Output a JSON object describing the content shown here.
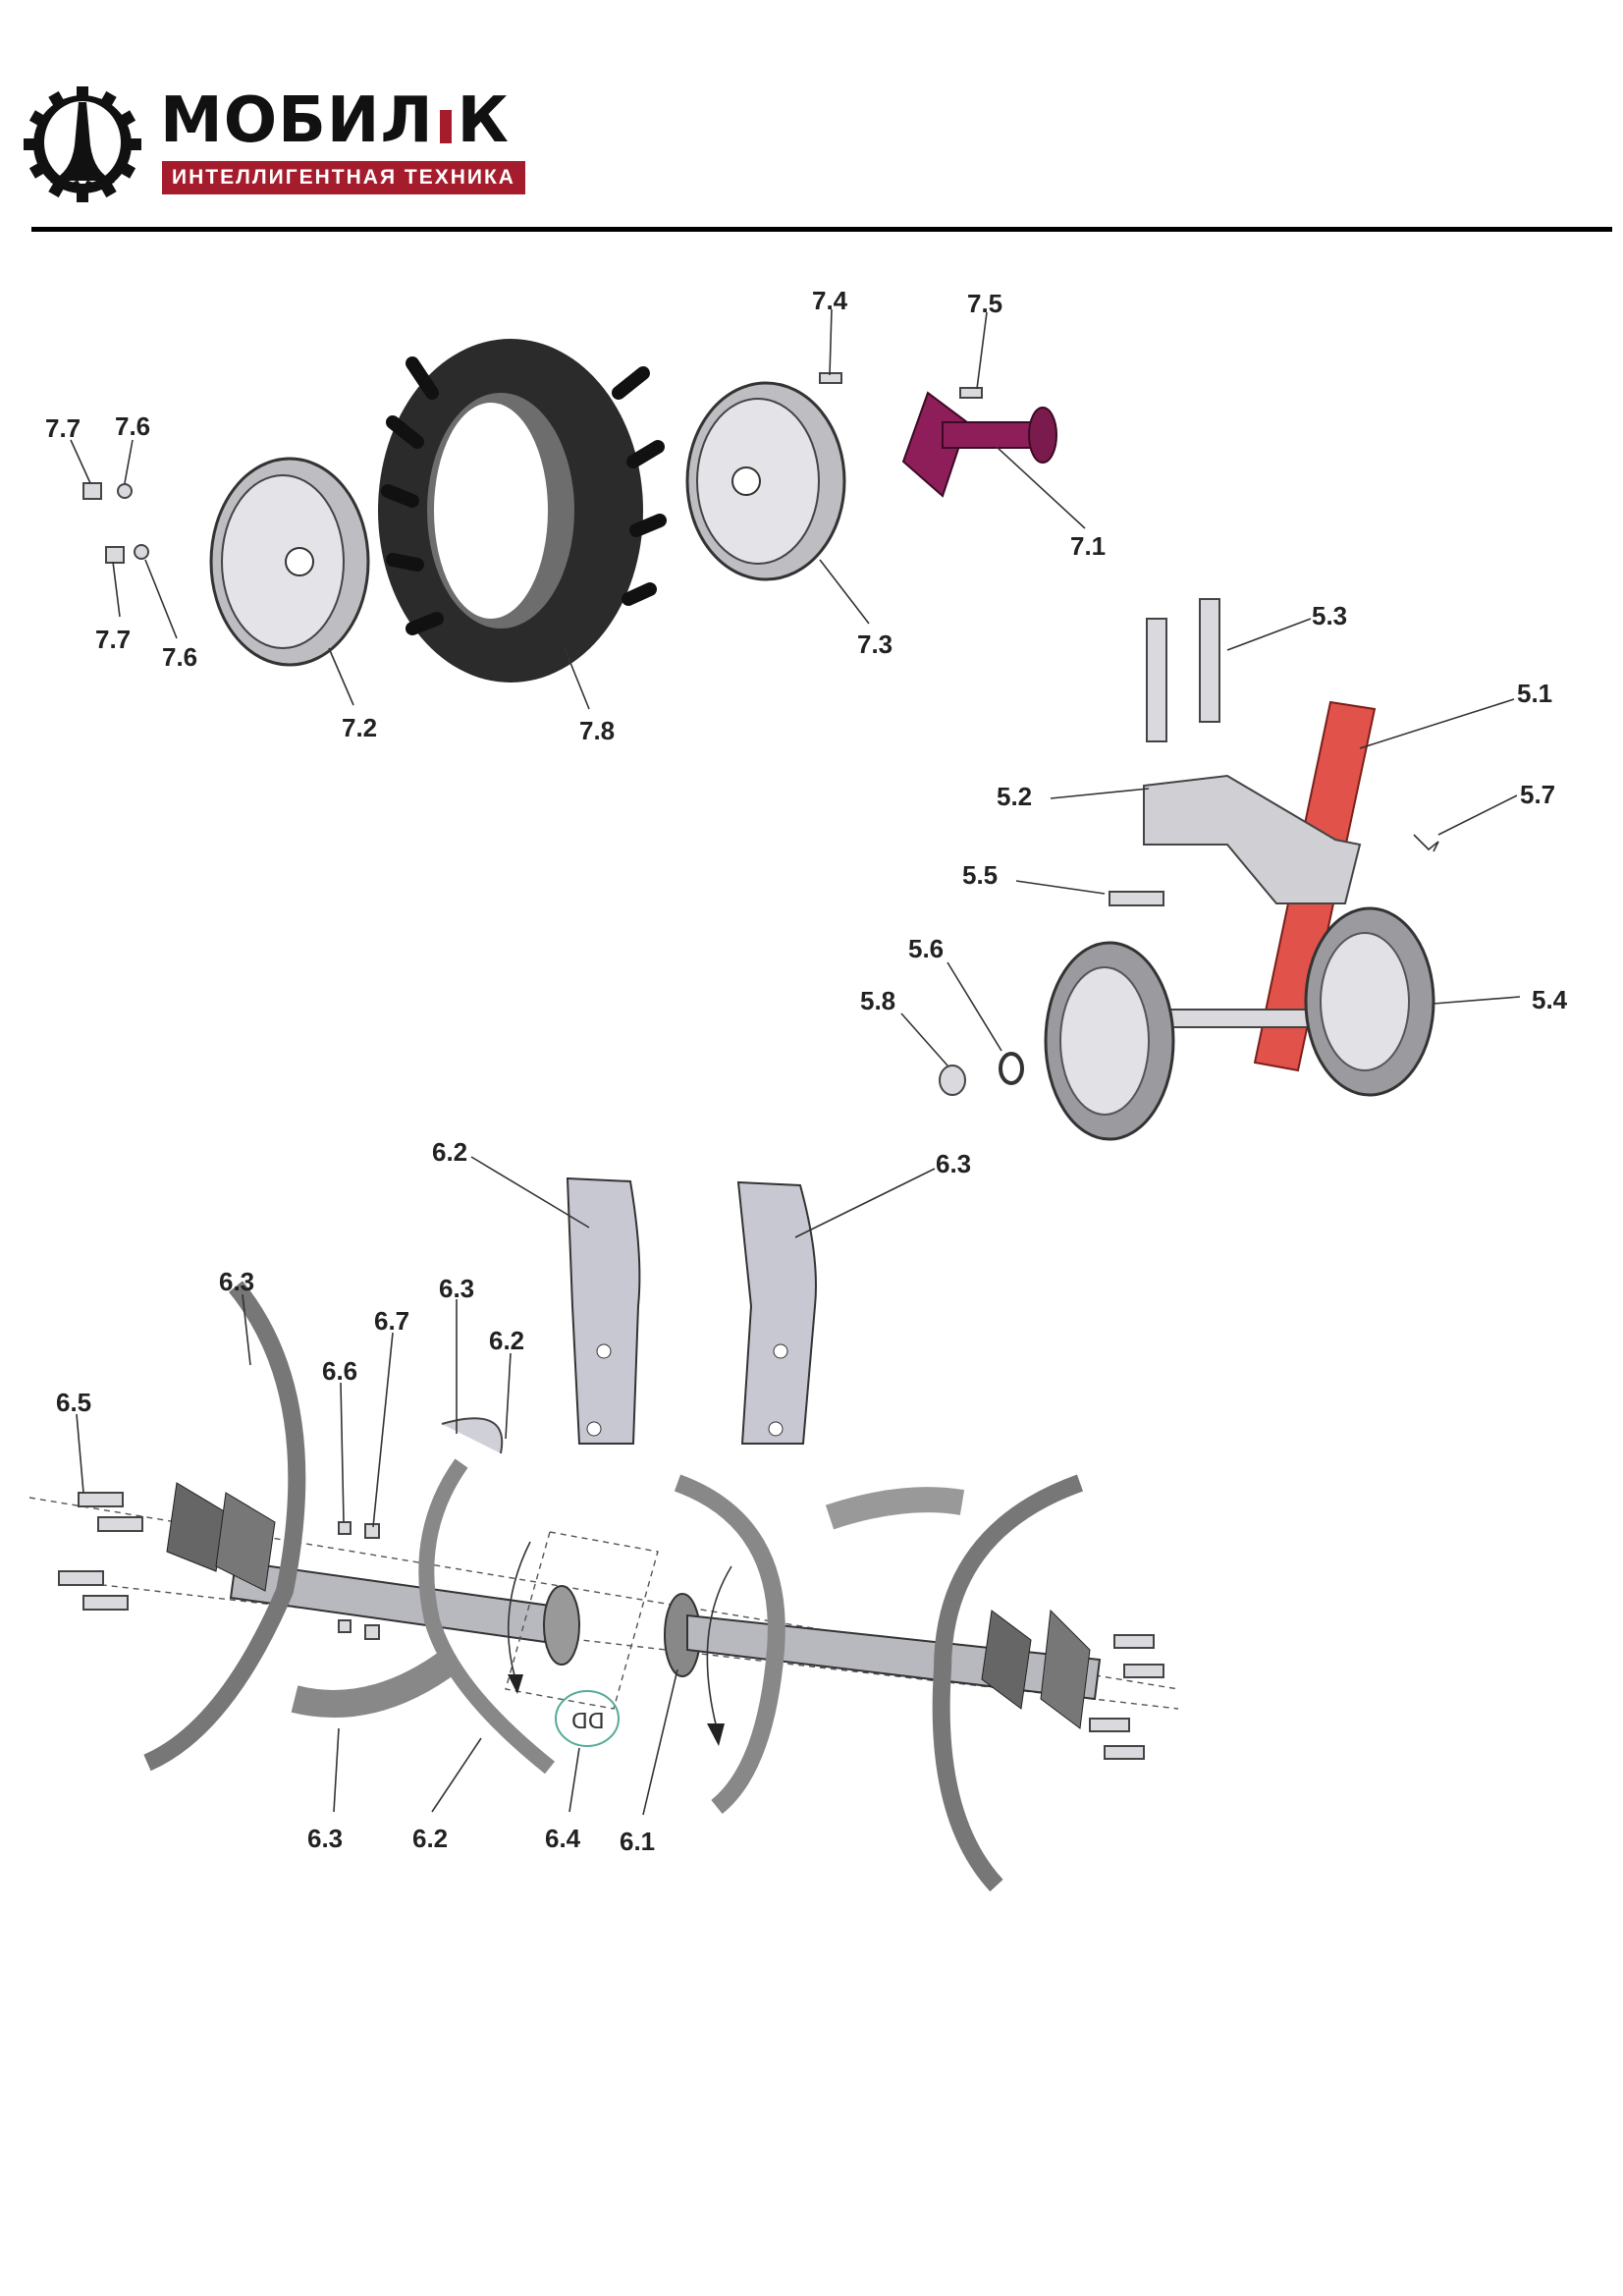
{
  "logo": {
    "name_part1": "МОБИЛ",
    "name_part2": "К",
    "tagline": "ИНТЕЛЛИГЕНТНАЯ ТЕХНИКА"
  },
  "colors": {
    "brand_red": "#a51d2d",
    "bracket_red": "#e0524a",
    "hub_purple": "#8e1e5a"
  },
  "labels": {
    "l7_4": "7.4",
    "l7_5": "7.5",
    "l7_7a": "7.7",
    "l7_6a": "7.6",
    "l7_1": "7.1",
    "l7_7b": "7.7",
    "l7_6b": "7.6",
    "l7_3": "7.3",
    "l7_2": "7.2",
    "l7_8": "7.8",
    "l5_3": "5.3",
    "l5_1": "5.1",
    "l5_2": "5.2",
    "l5_7": "5.7",
    "l5_5": "5.5",
    "l5_6": "5.6",
    "l5_8": "5.8",
    "l5_4": "5.4",
    "l6_2a": "6.2",
    "l6_3a": "6.3",
    "l6_3b": "6.3",
    "l6_3c": "6.3",
    "l6_7": "6.7",
    "l6_2b": "6.2",
    "l6_6": "6.6",
    "l6_5": "6.5",
    "l6_3d": "6.3",
    "l6_2c": "6.2",
    "l6_4": "6.4",
    "l6_1": "6.1"
  }
}
